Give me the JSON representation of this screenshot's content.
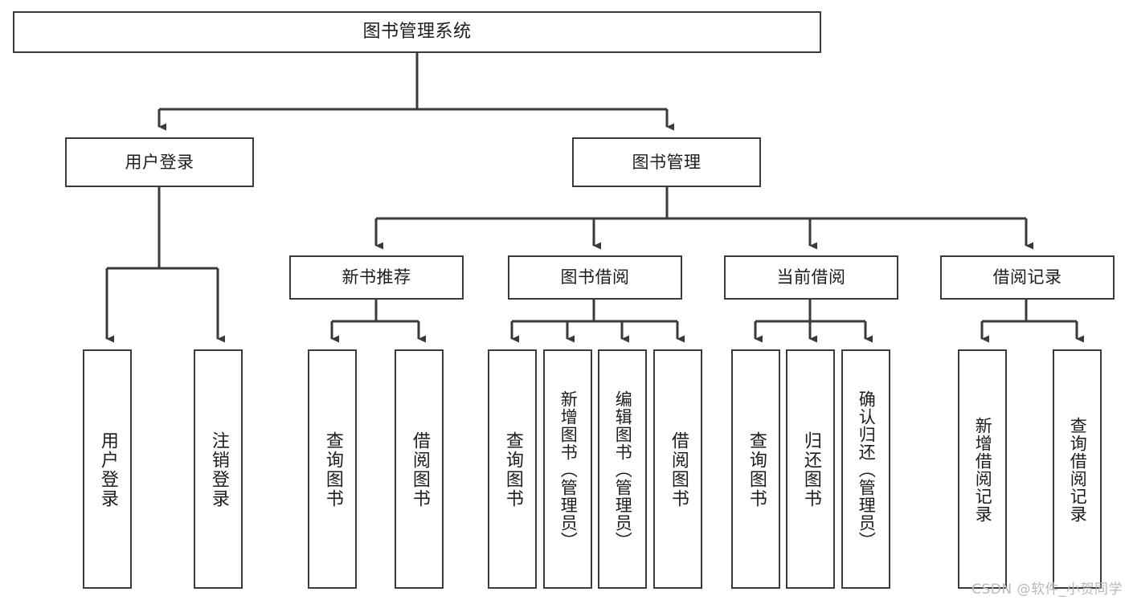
{
  "diagram": {
    "title": "图书管理系统",
    "type": "tree",
    "watermark": "CSDN @软件_小贺同学",
    "colors": {
      "stroke": "#3a3a3a",
      "fill": "#ffffff",
      "text": "#1c1c1c",
      "watermark": "#b9b9b9"
    }
  },
  "nodes": {
    "root": {
      "label": "图书管理系统"
    },
    "level2": [
      {
        "label": "用户登录"
      },
      {
        "label": "图书管理"
      }
    ],
    "level3": [
      {
        "label": "新书推荐"
      },
      {
        "label": "图书借阅"
      },
      {
        "label": "当前借阅"
      },
      {
        "label": "借阅记录"
      }
    ],
    "leaves": {
      "user_login": [
        {
          "label": "用户登录"
        },
        {
          "label": "注销登录"
        }
      ],
      "new_book_recommend": [
        {
          "label": "查询图书"
        },
        {
          "label": "借阅图书"
        }
      ],
      "book_borrow": [
        {
          "label": "查询图书"
        },
        {
          "label": "新增图书（管理员）"
        },
        {
          "label": "编辑图书（管理员）"
        },
        {
          "label": "借阅图书"
        }
      ],
      "current_borrow": [
        {
          "label": "查询图书"
        },
        {
          "label": "归还图书"
        },
        {
          "label": "确认归还（管理员）"
        }
      ],
      "borrow_record": [
        {
          "label": "新增借阅记录"
        },
        {
          "label": "查询借阅记录"
        }
      ]
    }
  },
  "tree_data": {
    "name": "图书管理系统",
    "children": [
      {
        "name": "用户登录",
        "children": [
          {
            "name": "用户登录"
          },
          {
            "name": "注销登录"
          }
        ]
      },
      {
        "name": "图书管理",
        "children": [
          {
            "name": "新书推荐",
            "children": [
              {
                "name": "查询图书"
              },
              {
                "name": "借阅图书"
              }
            ]
          },
          {
            "name": "图书借阅",
            "children": [
              {
                "name": "查询图书"
              },
              {
                "name": "新增图书（管理员）"
              },
              {
                "name": "编辑图书（管理员）"
              },
              {
                "name": "借阅图书"
              }
            ]
          },
          {
            "name": "当前借阅",
            "children": [
              {
                "name": "查询图书"
              },
              {
                "name": "归还图书"
              },
              {
                "name": "确认归还（管理员）"
              }
            ]
          },
          {
            "name": "借阅记录",
            "children": [
              {
                "name": "新增借阅记录"
              },
              {
                "name": "查询借阅记录"
              }
            ]
          }
        ]
      }
    ]
  }
}
